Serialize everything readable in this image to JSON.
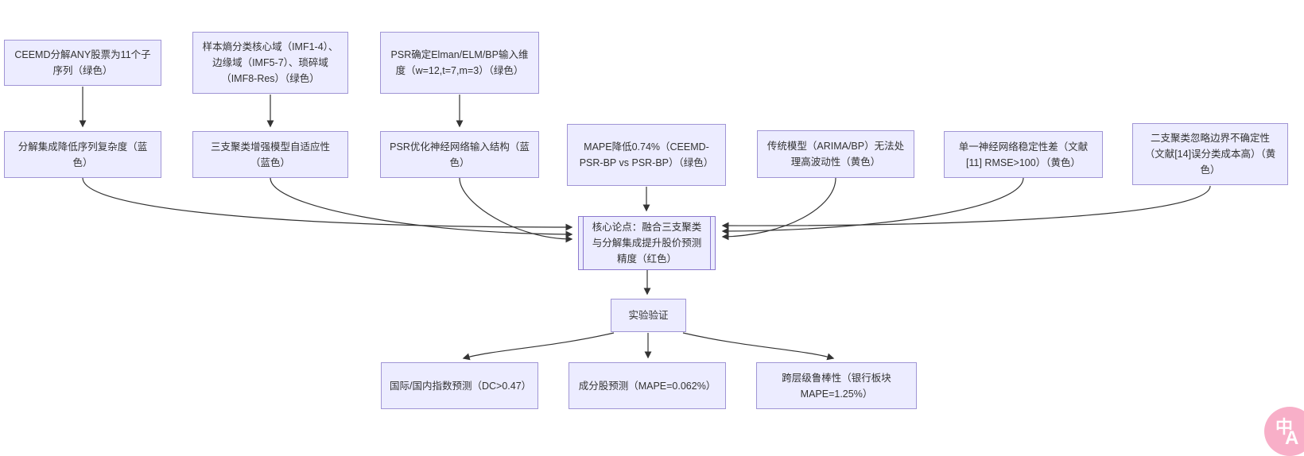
{
  "diagram": {
    "nodes": [
      {
        "id": "ceemd",
        "label": "CEEMD分解ANY股票为11个子序列（绿色）"
      },
      {
        "id": "entropy",
        "label": "样本熵分类核心域（IMF1-4）、边缘域（IMF5-7）、琐碎域（IMF8-Res）（绿色）"
      },
      {
        "id": "psr-def",
        "label": "PSR确定Elman/ELM/BP输入维度（w=12,t=7,m=3）（绿色）"
      },
      {
        "id": "decomp",
        "label": "分解集成降低序列复杂度（蓝色）"
      },
      {
        "id": "threeway",
        "label": "三支聚类增强模型自适应性（蓝色）"
      },
      {
        "id": "psr-opt",
        "label": "PSR优化神经网络输入结构（蓝色）"
      },
      {
        "id": "mape",
        "label": "MAPE降低0.74%（CEEMD-PSR-BP vs PSR-BP）（绿色）"
      },
      {
        "id": "traditional",
        "label": "传统模型（ARIMA/BP）无法处理高波动性（黄色）"
      },
      {
        "id": "single-nn",
        "label": "单一神经网络稳定性差（文献[11] RMSE>100）（黄色）"
      },
      {
        "id": "twoway",
        "label": "二支聚类忽略边界不确定性（文献[14]误分类成本高）（黄色）"
      },
      {
        "id": "core",
        "label": "核心论点：融合三支聚类与分解集成提升股价预测精度（红色）"
      },
      {
        "id": "experiment",
        "label": "实验验证"
      },
      {
        "id": "index-pred",
        "label": "国际/国内指数预测（DC>0.47）"
      },
      {
        "id": "stock-pred",
        "label": "成分股预测（MAPE=0.062%）"
      },
      {
        "id": "robustness",
        "label": "跨层级鲁棒性（银行板块 MAPE=1.25%）"
      }
    ]
  },
  "badge": {
    "glyph_top": "中",
    "glyph_bottom": "A"
  },
  "colors": {
    "node_fill": "#ececff",
    "node_border": "#a095d5",
    "core_border": "#8b78ce",
    "edge": "#333333",
    "badge": "#f8afc8",
    "badge_text": "#ffffff"
  }
}
